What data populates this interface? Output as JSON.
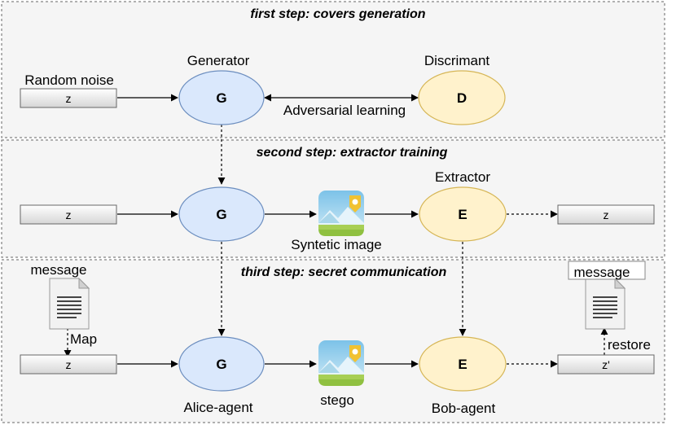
{
  "panels": {
    "step1_title": "first step: covers generation",
    "step2_title": "second step: extractor training",
    "step3_title": "third step: secret communication"
  },
  "step1": {
    "noise_label": "Random noise",
    "noise_box": "z",
    "generator_label": "Generator",
    "generator_node": "G",
    "discriminator_label": "Discrimant",
    "discriminator_node": "D",
    "adversarial_label": "Adversarial learning"
  },
  "step2": {
    "input_box": "z",
    "generator_node": "G",
    "image_label": "Syntetic image",
    "extractor_label": "Extractor",
    "extractor_node": "E",
    "output_box": "z"
  },
  "step3": {
    "message_label": "message",
    "map_label": "Map",
    "input_box": "z",
    "generator_node": "G",
    "alice_label": "Alice-agent",
    "stego_label": "stego",
    "extractor_node": "E",
    "bob_label": "Bob-agent",
    "output_box": "z'",
    "restore_label": "restore",
    "restored_message_label": "message"
  },
  "colors": {
    "generator_fill": "#dae8fc",
    "generator_stroke": "#6c8ebf",
    "extractor_fill": "#fff2cc",
    "extractor_stroke": "#d6b656",
    "panel_fill": "#f5f5f5",
    "panel_stroke": "#666666"
  },
  "icons": {
    "image": "image-icon",
    "document": "document-icon"
  }
}
